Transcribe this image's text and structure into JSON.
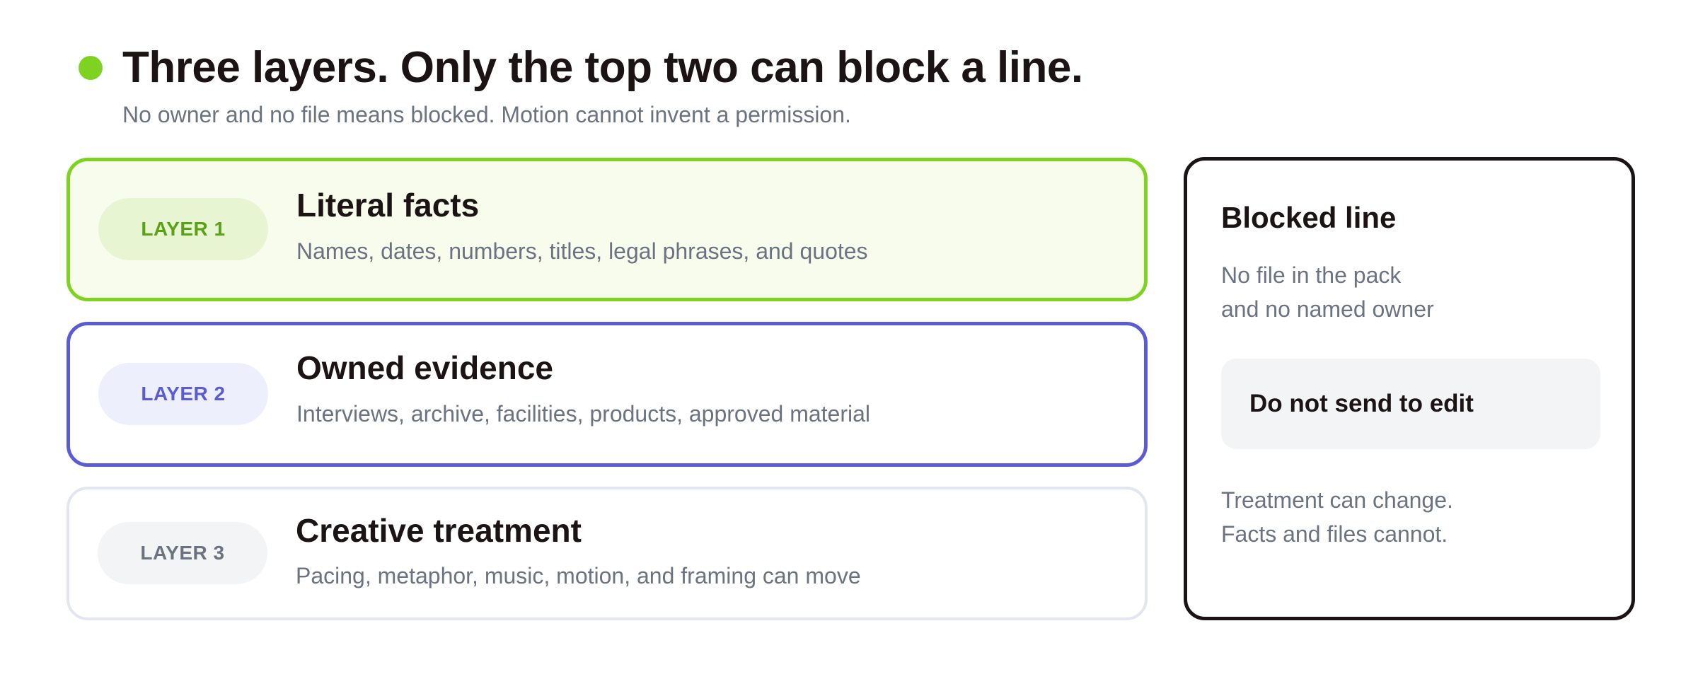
{
  "header": {
    "title": "Three layers. Only the top two can block a line.",
    "subtitle": "No owner and no file means blocked. Motion cannot invent a permission.",
    "dot_color": "#7ed321"
  },
  "layers": [
    {
      "badge": "LAYER 1",
      "title": "Literal facts",
      "description": "Names, dates, numbers, titles, legal phrases, and quotes",
      "border_color": "#7ed321"
    },
    {
      "badge": "LAYER 2",
      "title": "Owned evidence",
      "description": "Interviews, archive, facilities, products, approved material",
      "border_color": "#5b5bd6"
    },
    {
      "badge": "LAYER 3",
      "title": "Creative treatment",
      "description": "Pacing, metaphor, music, motion, and framing can move",
      "border_color": "#e3e6ee"
    }
  ],
  "blocked_panel": {
    "title": "Blocked line",
    "condition_lines": [
      "No file in the pack",
      "and no named owner"
    ],
    "callout": "Do not send to edit",
    "note_lines": [
      "Treatment can change.",
      "Facts and files cannot."
    ]
  }
}
